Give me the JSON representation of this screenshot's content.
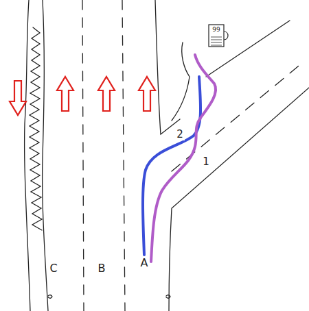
{
  "diagram": {
    "labels": [
      "C",
      "B",
      "A",
      "1",
      "2",
      "99"
    ]
  }
}
